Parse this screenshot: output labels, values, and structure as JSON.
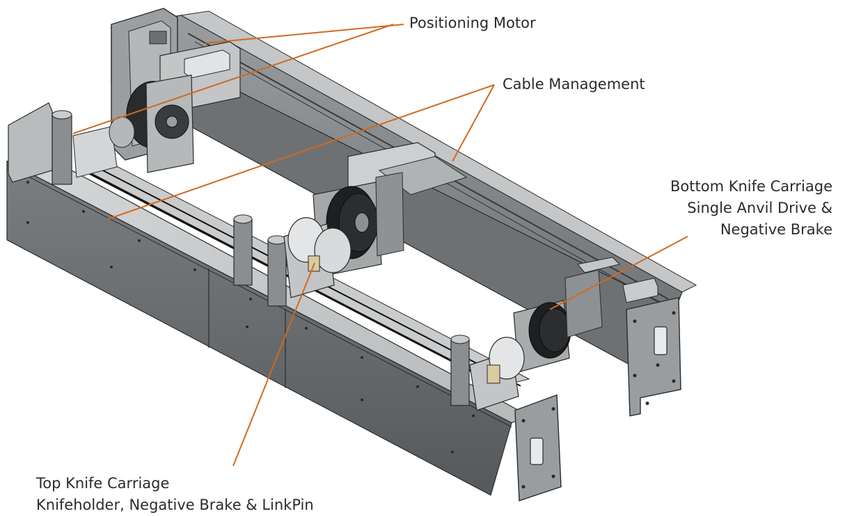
{
  "colors": {
    "leader_line": "#d2691e",
    "frame_dark": "#5f6264",
    "frame_mid": "#8a8d8f",
    "frame_light": "#c9cbcc",
    "drive_dark": "#1e1f21",
    "outline": "#2a2a2a"
  },
  "callouts": {
    "positioning_motor": "Positioning Motor",
    "cable_management": "Cable Management",
    "bottom_knife": {
      "line1": "Bottom Knife Carriage",
      "line2": "Single Anvil Drive &",
      "line3": "Negative Brake"
    },
    "top_knife": {
      "line1": "Top Knife Carriage",
      "line2": "Knifeholder, Negative Brake & LinkPin"
    }
  }
}
